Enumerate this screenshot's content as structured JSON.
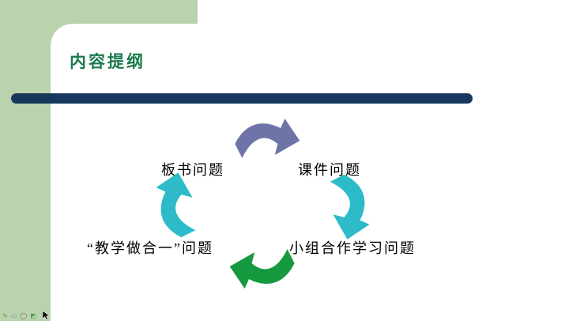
{
  "slide": {
    "title": "内容提纲",
    "diagram": {
      "type": "cycle",
      "nodes": [
        {
          "position": "top-left",
          "label": "板书问题"
        },
        {
          "position": "top-right",
          "label": "课件问题"
        },
        {
          "position": "bottom-right",
          "label": "小组合作学习问题"
        },
        {
          "position": "bottom-left",
          "label": "“教学做合一”问题"
        }
      ],
      "arrows": [
        {
          "name": "arrow-top",
          "direction": "right",
          "color": "#6F74A8"
        },
        {
          "name": "arrow-right",
          "direction": "down",
          "color": "#2EBBC9"
        },
        {
          "name": "arrow-bottom",
          "direction": "left",
          "color": "#159A40"
        },
        {
          "name": "arrow-left",
          "direction": "up",
          "color": "#2EBBC9"
        }
      ]
    },
    "colors": {
      "sidebar_green": "#B9D3AC",
      "divider_navy": "#17375D",
      "title_green": "#1A7A4B"
    },
    "footer_icons": [
      "pencil-icon",
      "shape-icon",
      "oval-icon",
      "fill-icon",
      "cursor-icon"
    ]
  }
}
